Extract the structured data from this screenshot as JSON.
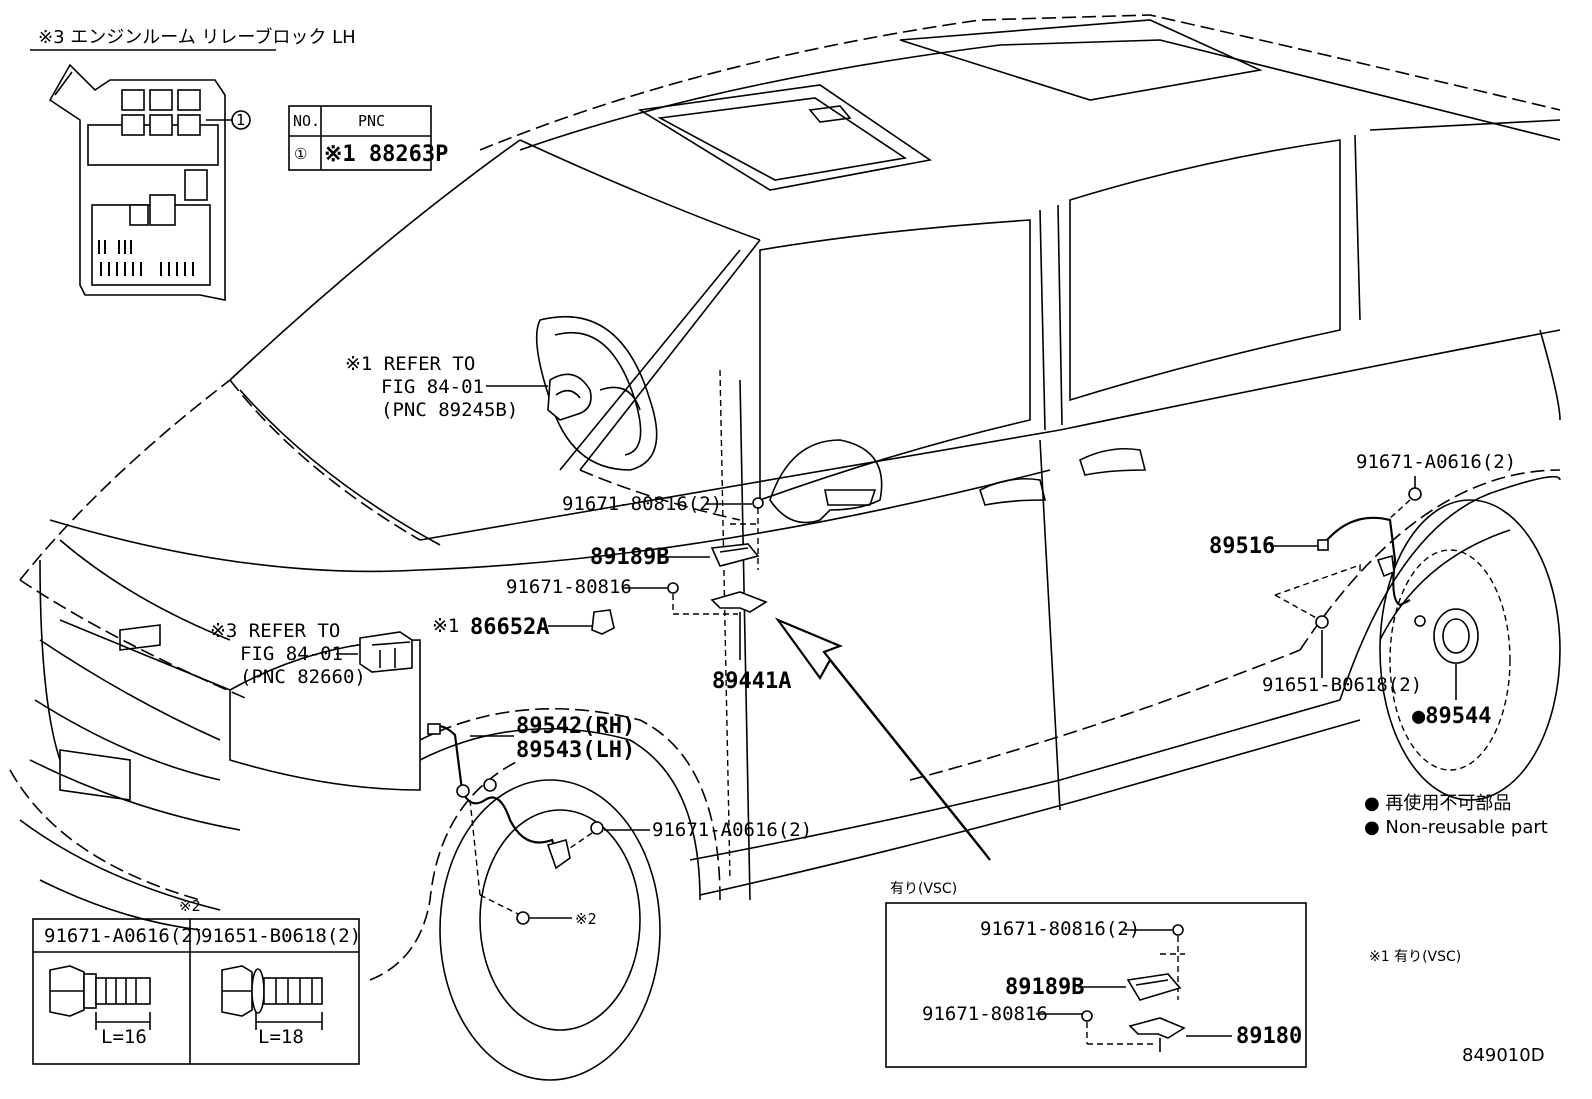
{
  "relay_block": {
    "title": "※3 エンジンルーム リレーブロック LH",
    "table_header_no": "NO.",
    "table_header_pnc": "PNC",
    "row_no": "①",
    "row_pnc": "※1 88263P",
    "callout": "1"
  },
  "callouts": {
    "refer1_l1": "※1 REFER TO",
    "refer1_l2": "FIG 84-01",
    "refer1_l3": "(PNC 89245B)",
    "refer3_l1": "※3 REFER TO",
    "refer3_l2": "FIG 84-01",
    "refer3_l3": "(PNC 82660)",
    "p86652a_pre": "※1",
    "p86652a": "86652A",
    "p91671_80816_2": "91671-80816(2)",
    "p89189b": "89189B",
    "p91671_80816": "91671-80816",
    "p89441a": "89441A",
    "p89542": "89542(RH)",
    "p89543": "89543(LH)",
    "p91671_a0616_2_front": "91671-A0616(2)",
    "p_note2_mark": "※2",
    "p91671_a0616_2_rear": "91671-A0616(2)",
    "p89516": "89516",
    "p91651_b0618_2": "91651-B0618(2)",
    "p89544": "●89544"
  },
  "legend": {
    "jp": "● 再使用不可部品",
    "en": "● Non-reusable part"
  },
  "bolt_table": {
    "note": "※2",
    "col1": "91671-A0616(2)",
    "col2": "91651-B0618(2)",
    "len1": "L=16",
    "len2": "L=18"
  },
  "vsc_box": {
    "title": "有り(VSC)",
    "p1": "91671-80816(2)",
    "p2": "89189B",
    "p3": "91671-80816",
    "p4": "89180"
  },
  "note1": "※1 有り(VSC)",
  "figure_code": "849010D"
}
